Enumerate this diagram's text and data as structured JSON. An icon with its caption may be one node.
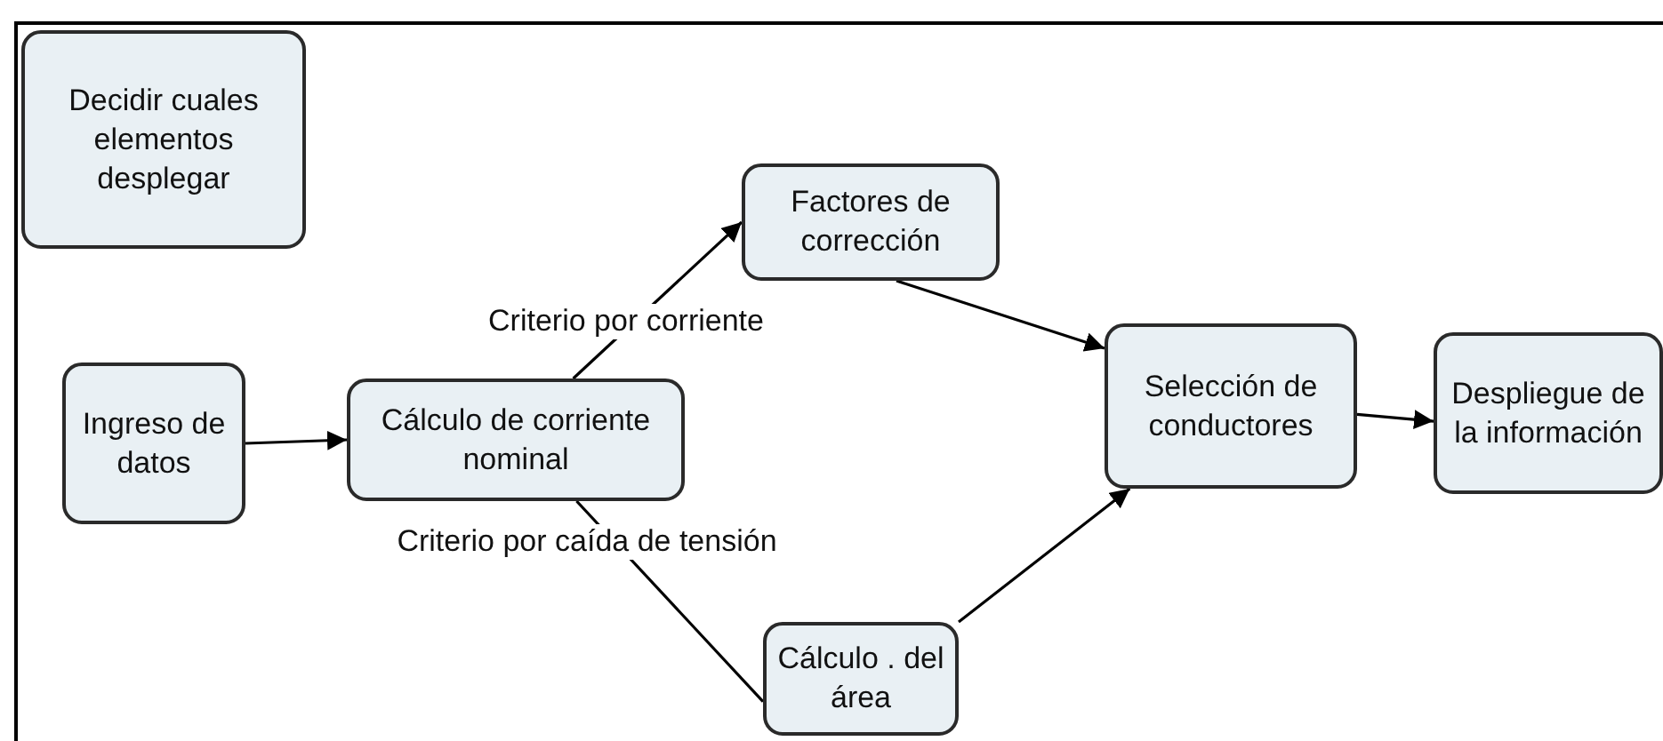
{
  "diagram": {
    "nodes": [
      {
        "text": [
          "Decidir cuales elementos desplegar"
        ]
      },
      {
        "text": [
          "Ingreso de datos"
        ]
      },
      {
        "text": [
          "Cálculo de corriente nominal"
        ]
      },
      {
        "text": [
          "Factores de corrección"
        ]
      },
      {
        "text": [
          "Cálculo . del área"
        ]
      },
      {
        "text": [
          "Selección de conductores"
        ]
      },
      {
        "text": [
          "Despliegue de la información"
        ]
      }
    ],
    "edges": [
      {
        "from": 1,
        "to": 2,
        "arrow": "to"
      },
      {
        "from": 2,
        "to": 3,
        "arrow": "to",
        "label": "Criterio por corriente"
      },
      {
        "from": 2,
        "to": 4,
        "arrow": "none",
        "label": "Criterio por caída de tensión"
      },
      {
        "from": 3,
        "to": 5,
        "arrow": "to"
      },
      {
        "from": 4,
        "to": 5,
        "arrow": "to"
      },
      {
        "from": 5,
        "to": 6,
        "arrow": "to"
      }
    ]
  }
}
